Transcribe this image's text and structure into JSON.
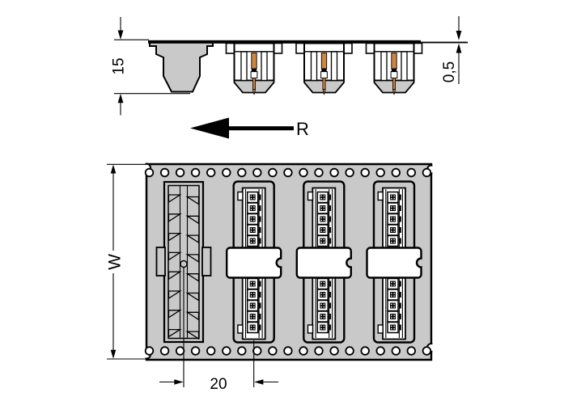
{
  "dimensions": {
    "pocket_depth": "15",
    "tape_thickness": "0,5",
    "direction": "R",
    "tape_width": "W",
    "pitch": "20"
  },
  "colors": {
    "outline": "#000000",
    "tape_fill": "#c9c9c9",
    "pin_copper": "#cd853f",
    "background": "#ffffff"
  },
  "counts": {
    "side_view_connectors": 3,
    "top_view_connectors": 3,
    "empty_pockets": 1,
    "sprocket_hole_rows": 2,
    "sprocket_holes_per_row": 19,
    "contacts_visible_per_connector": 10,
    "pocket_spring_fingers_per_side": 8
  }
}
